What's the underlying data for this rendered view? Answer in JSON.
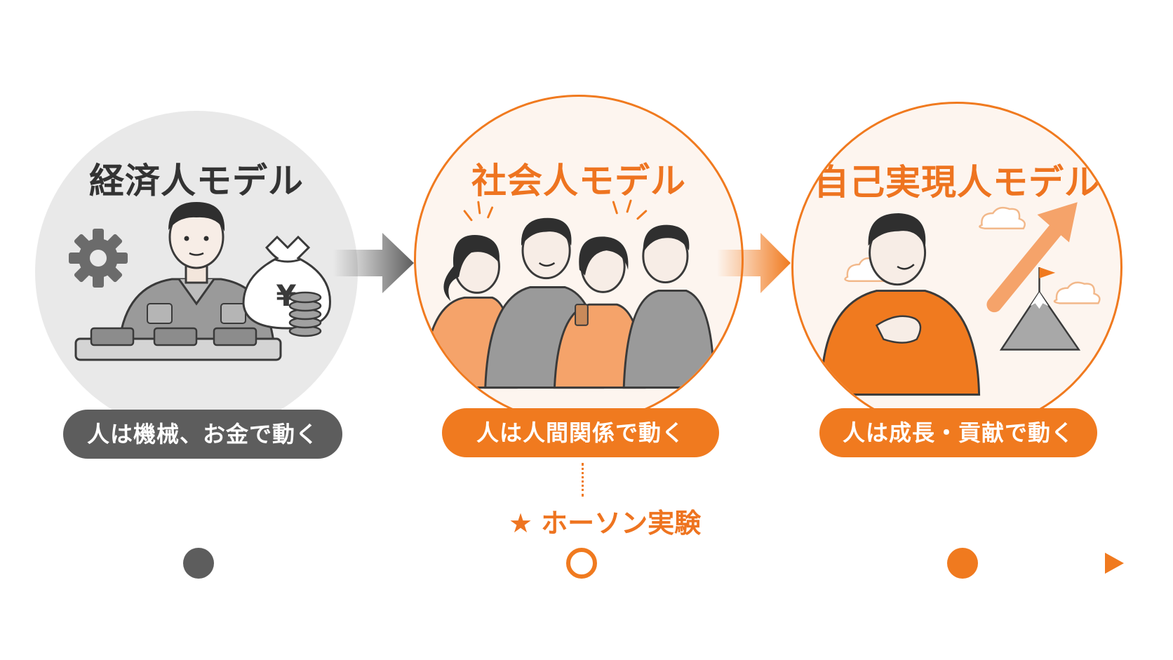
{
  "models": [
    {
      "title": "経済人モデル",
      "caption": "人は機械、お金で動く"
    },
    {
      "title": "社会人モデル",
      "caption": "人は人間関係で動く"
    },
    {
      "title": "自己実現人モデル",
      "caption": "人は成長・貢献で動く"
    }
  ],
  "money_bag_symbol": "¥",
  "experiment": {
    "star": "★",
    "label": "ホーソン実験"
  },
  "colors": {
    "accent": "#f07a1f",
    "gray": "#5d5d5d",
    "light_gray": "#e9e9e9",
    "cream": "#fdf5ef"
  },
  "icons": [
    "gear-icon",
    "money-bag-icon",
    "coin-stack-icon",
    "arrow-right-icon",
    "cloud-icon",
    "mountain-flag-icon",
    "growth-arrow-icon",
    "sparkle-icon"
  ]
}
